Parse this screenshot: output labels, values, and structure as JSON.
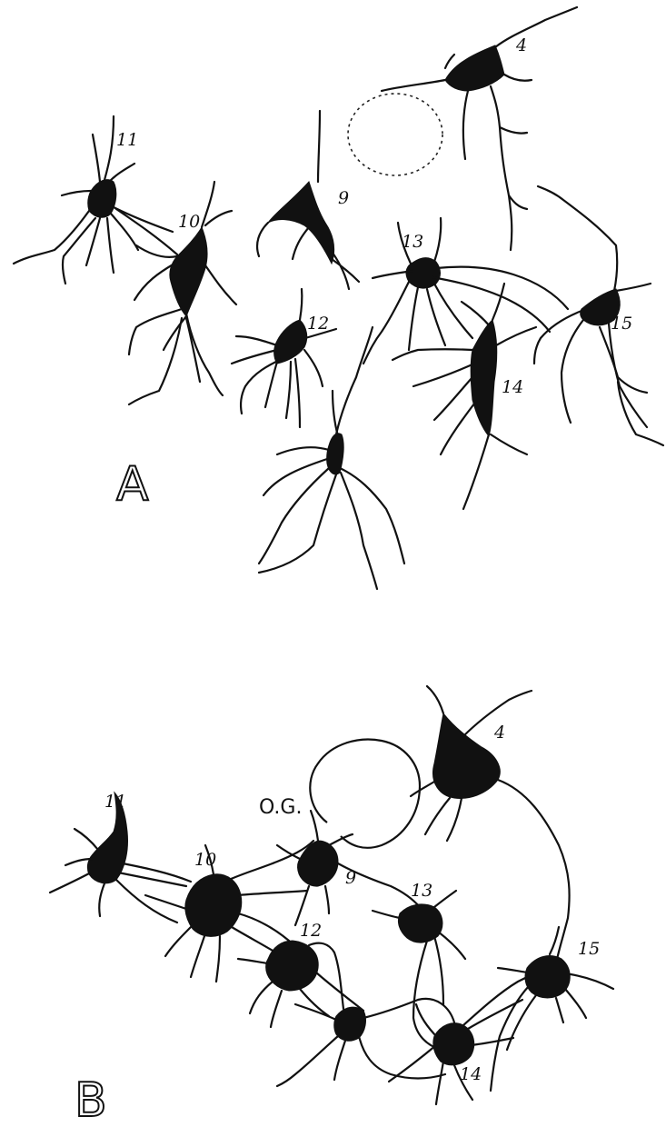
{
  "panels": [
    {
      "id": "A",
      "label": "A",
      "cells": [
        {
          "id": "4",
          "label": "4"
        },
        {
          "id": "9",
          "label": "9"
        },
        {
          "id": "10",
          "label": "10"
        },
        {
          "id": "11",
          "label": "11"
        },
        {
          "id": "12",
          "label": "12"
        },
        {
          "id": "13",
          "label": "13"
        },
        {
          "id": "14",
          "label": "14"
        },
        {
          "id": "15",
          "label": "15"
        }
      ]
    },
    {
      "id": "B",
      "label": "B",
      "cells": [
        {
          "id": "4",
          "label": "4"
        },
        {
          "id": "9",
          "label": "9"
        },
        {
          "id": "10",
          "label": "10"
        },
        {
          "id": "11",
          "label": "11"
        },
        {
          "id": "12",
          "label": "12"
        },
        {
          "id": "13",
          "label": "13"
        },
        {
          "id": "14",
          "label": "14"
        },
        {
          "id": "15",
          "label": "15"
        }
      ],
      "og_label": "O.G."
    }
  ],
  "colors": {
    "ink": "#111111",
    "paper": "#ffffff"
  }
}
